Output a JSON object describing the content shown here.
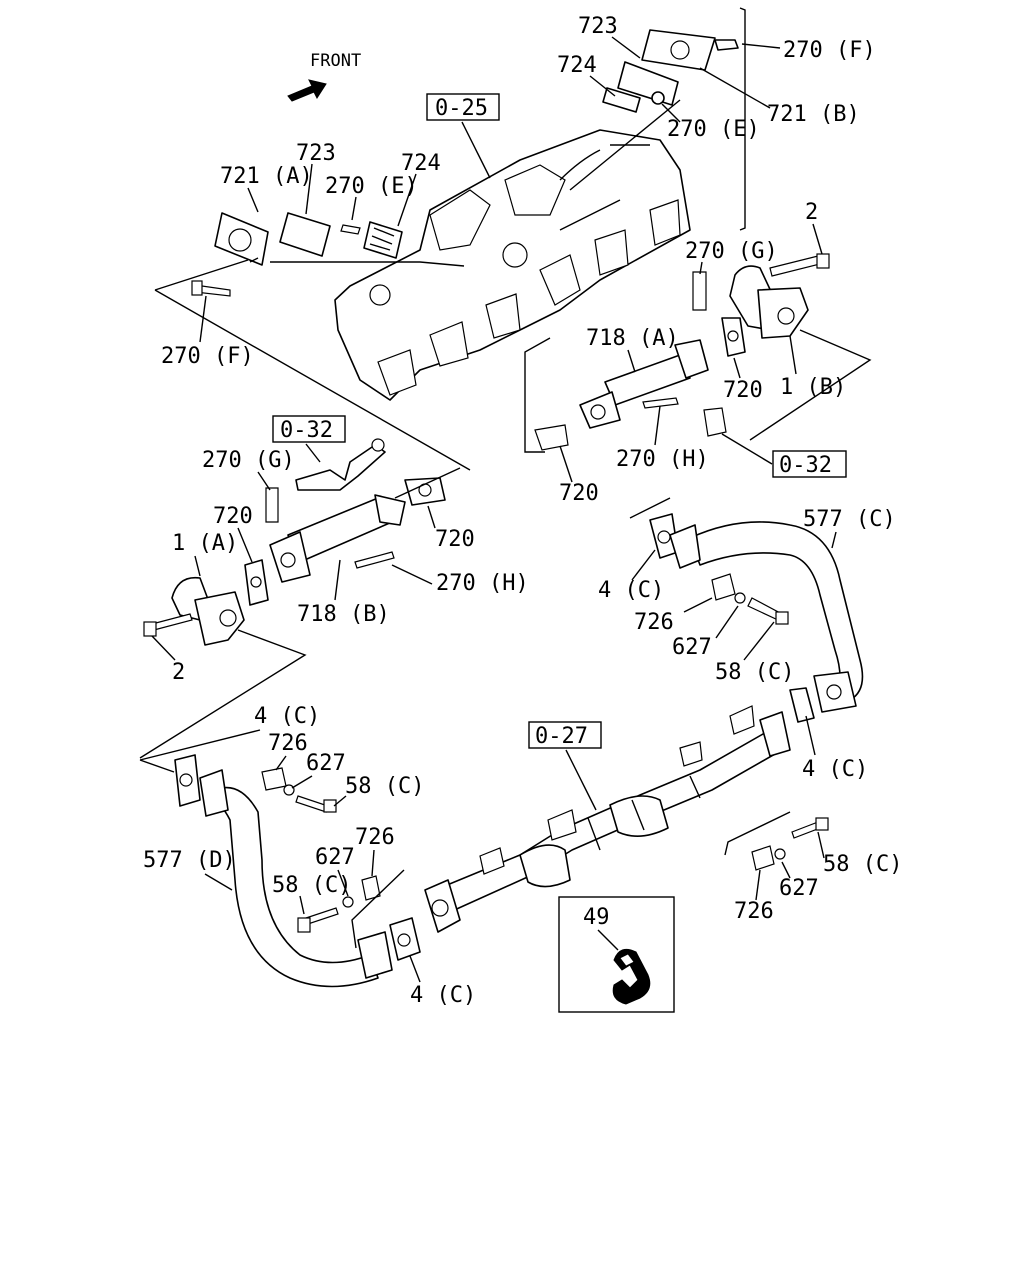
{
  "front_label": "FRONT",
  "ref_boxes": {
    "manifold": "0-25",
    "pipe_left": "0-32",
    "pipe_right": "0-32",
    "exhaust": "0-27"
  },
  "callouts": {
    "c723_top": "723",
    "c724_top": "724",
    "c270F_top": "270 (F)",
    "c721B": "721 (B)",
    "c270E_top": "270 (E)",
    "c723_left": "723",
    "c724_left": "724",
    "c721A": "721 (A)",
    "c270E_left": "270 (E)",
    "c270F_left": "270 (F)",
    "c2_right": "2",
    "c270G_right": "270 (G)",
    "c718A": "718 (A)",
    "c720_right_a": "720",
    "c1B": "1 (B)",
    "c270H_right": "270 (H)",
    "c720_right_b": "720",
    "c270G_left": "270 (G)",
    "c720_left_a": "720",
    "c1A": "1 (A)",
    "c720_left_b": "720",
    "c270H_left": "270 (H)",
    "c718B": "718 (B)",
    "c2_left": "2",
    "c577C": "577 (C)",
    "c4C_upper": "4 (C)",
    "c726_upper": "726",
    "c627_upper": "627",
    "c58C_upper": "58 (C)",
    "c4C_right": "4 (C)",
    "c4C_left_top": "4 (C)",
    "c726_left": "726",
    "c627_left": "627",
    "c58C_left": "58 (C)",
    "c577D": "577 (D)",
    "c627_left_b": "627",
    "c726_left_b": "726",
    "c58C_left_b": "58 (C)",
    "c4C_bottom": "4 (C)",
    "c58C_right_b": "58 (C)",
    "c627_right_b": "627",
    "c726_right_b": "726",
    "c49": "49"
  }
}
